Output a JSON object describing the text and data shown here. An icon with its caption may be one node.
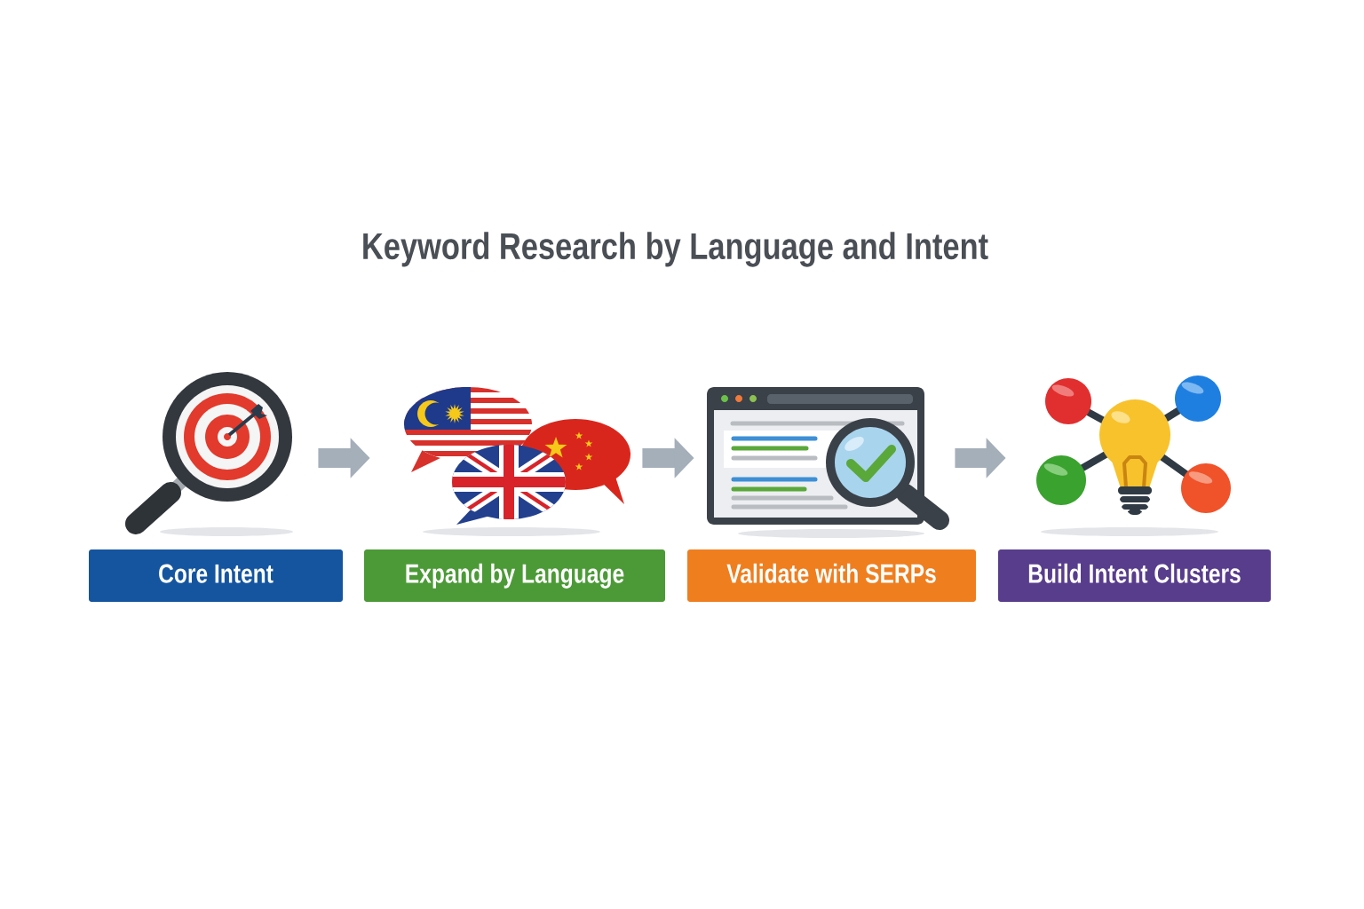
{
  "diagram": {
    "title": "Keyword Research by Language and Intent",
    "nodes": [
      {
        "text": [],
        "shape": "picture"
      },
      {
        "text": [],
        "shape": "picture"
      },
      {
        "text": [],
        "shape": "picture"
      },
      {
        "text": [],
        "shape": "picture"
      },
      {
        "text": [
          "Core Intent"
        ]
      },
      {
        "text": [
          "Expand by Language"
        ]
      },
      {
        "text": [
          "Validate with SERPs"
        ]
      },
      {
        "text": [
          "Build Intent Clusters"
        ]
      }
    ],
    "edges": [
      {
        "from": 0,
        "to": 1,
        "arrow": "to"
      },
      {
        "from": 1,
        "to": 2,
        "arrow": "to"
      },
      {
        "from": 2,
        "to": 3,
        "arrow": "to"
      }
    ]
  }
}
